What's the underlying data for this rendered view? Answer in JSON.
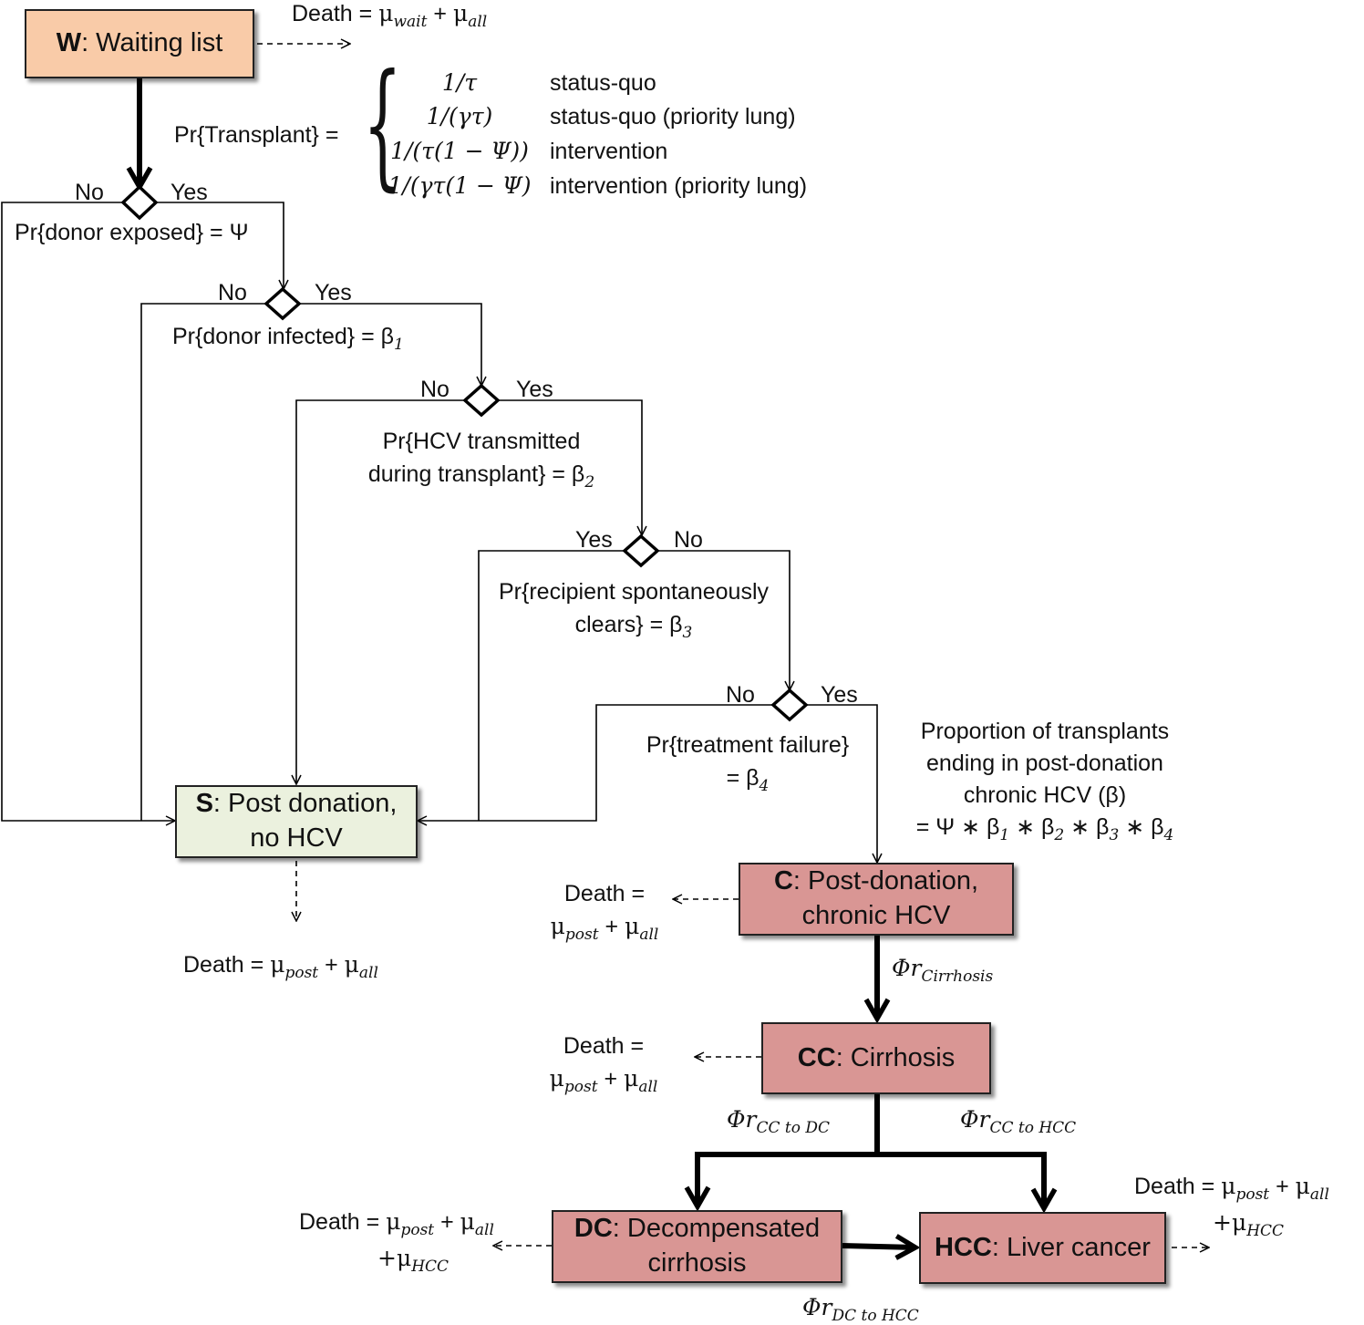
{
  "colors": {
    "waiting": "#f9cba8",
    "post_no_hcv": "#ebf1de",
    "disease": "#d99694",
    "line": "#000000"
  },
  "nodes": {
    "W": {
      "code": "W",
      "label": ": Waiting list"
    },
    "S": {
      "code": "S",
      "label1": ": Post donation,",
      "label2": "no HCV"
    },
    "C": {
      "code": "C",
      "label1": ": Post-donation,",
      "label2": "chronic HCV"
    },
    "CC": {
      "code": "CC",
      "label": ": Cirrhosis"
    },
    "DC": {
      "code": "DC",
      "label1": ": Decompensated",
      "label2": "cirrhosis"
    },
    "HCC": {
      "code": "HCC",
      "label": ": Liver cancer"
    }
  },
  "death": {
    "word": "Death",
    "eq": "Death =",
    "mu": "μ",
    "plus": "+",
    "plus_mu": "+μ",
    "wait": "wait",
    "post": "post",
    "all": "all",
    "hcc": "HCC"
  },
  "transplant": {
    "label": "Pr{Transplant} =",
    "rows": [
      {
        "expr": "1/τ",
        "desc": "status-quo"
      },
      {
        "expr": "1/(γτ)",
        "desc": "status-quo (priority lung)"
      },
      {
        "expr": "1/(τ(1 − Ψ))",
        "desc": "intervention"
      },
      {
        "expr": "1/(γτ(1 − Ψ)",
        "desc": "intervention (priority lung)"
      }
    ]
  },
  "decisions": {
    "d1": {
      "no": "No",
      "yes": "Yes",
      "text": "Pr{donor exposed} = Ψ"
    },
    "d2": {
      "no": "No",
      "yes": "Yes",
      "text": "Pr{donor infected} = β",
      "sub": "1"
    },
    "d3": {
      "no": "No",
      "yes": "Yes",
      "line1": "Pr{HCV transmitted",
      "line2": "during transplant} = β",
      "sub": "2"
    },
    "d4": {
      "no": "No",
      "yes": "Yes",
      "line1": "Pr{recipient spontaneously",
      "line2": "clears} = β",
      "sub": "3"
    },
    "d5": {
      "no": "No",
      "yes": "Yes",
      "line1": "Pr{treatment failure}",
      "line2": "= β",
      "sub": "4"
    }
  },
  "proportion": {
    "line1": "Proportion of transplants",
    "line2": "ending in post-donation",
    "line3": "chronic HCV (β)",
    "line4_pre": "= Ψ ∗ β",
    "s1": "1",
    "mul": " ∗ β",
    "s2": "2",
    "s3": "3",
    "s4": "4"
  },
  "rates": {
    "phi_r": "Φr",
    "cirrhosis": "Cirrhosis",
    "cc_dc": "CC to DC",
    "cc_hcc": "CC to HCC",
    "dc_hcc": "DC to HCC"
  }
}
